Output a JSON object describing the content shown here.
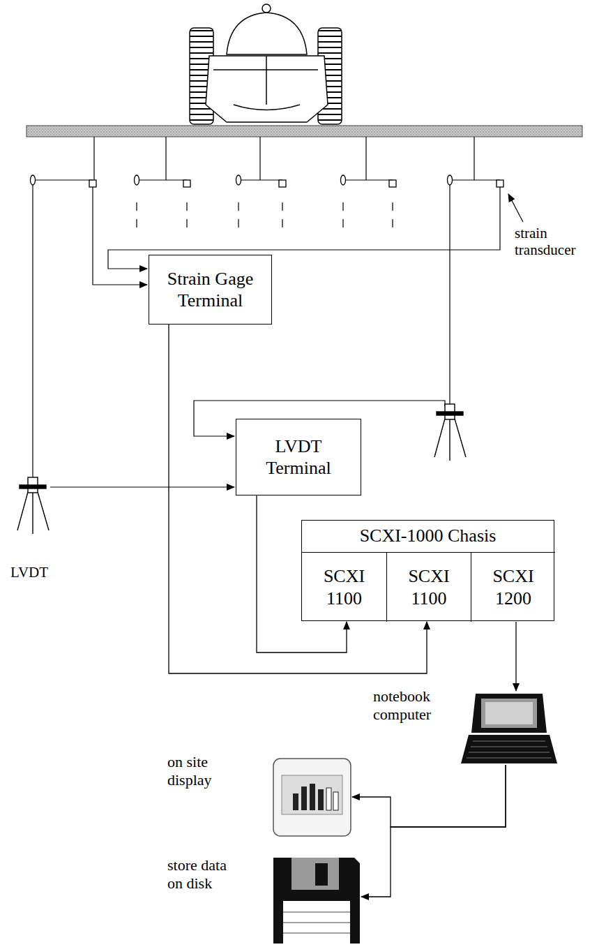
{
  "diagram": {
    "nodes": [
      {
        "text": [
          "Strain Gage Terminal"
        ]
      },
      {
        "text": [
          "LVDT Terminal"
        ]
      },
      {
        "text": [
          "SCXI-1000 Chasis"
        ]
      },
      {
        "text": [
          "SCXI 1100"
        ],
        "in": 2
      },
      {
        "text": [
          "SCXI 1100"
        ],
        "in": 2
      },
      {
        "text": [
          "SCXI 1200"
        ],
        "in": 2
      },
      {
        "text": [
          "notebook computer"
        ]
      },
      {
        "text": [
          "on site display"
        ]
      },
      {
        "text": [
          "store data on disk"
        ]
      }
    ],
    "edges": [
      {
        "from": 0,
        "to": 4,
        "arrow": "to"
      },
      {
        "from": 1,
        "to": 3,
        "arrow": "to"
      },
      {
        "from": 5,
        "to": 6,
        "arrow": "to"
      },
      {
        "from": 6,
        "to": 7,
        "arrow": "to"
      },
      {
        "from": 6,
        "to": 8,
        "arrow": "to"
      }
    ],
    "labels": [
      "strain transducer",
      "LVDT"
    ]
  }
}
